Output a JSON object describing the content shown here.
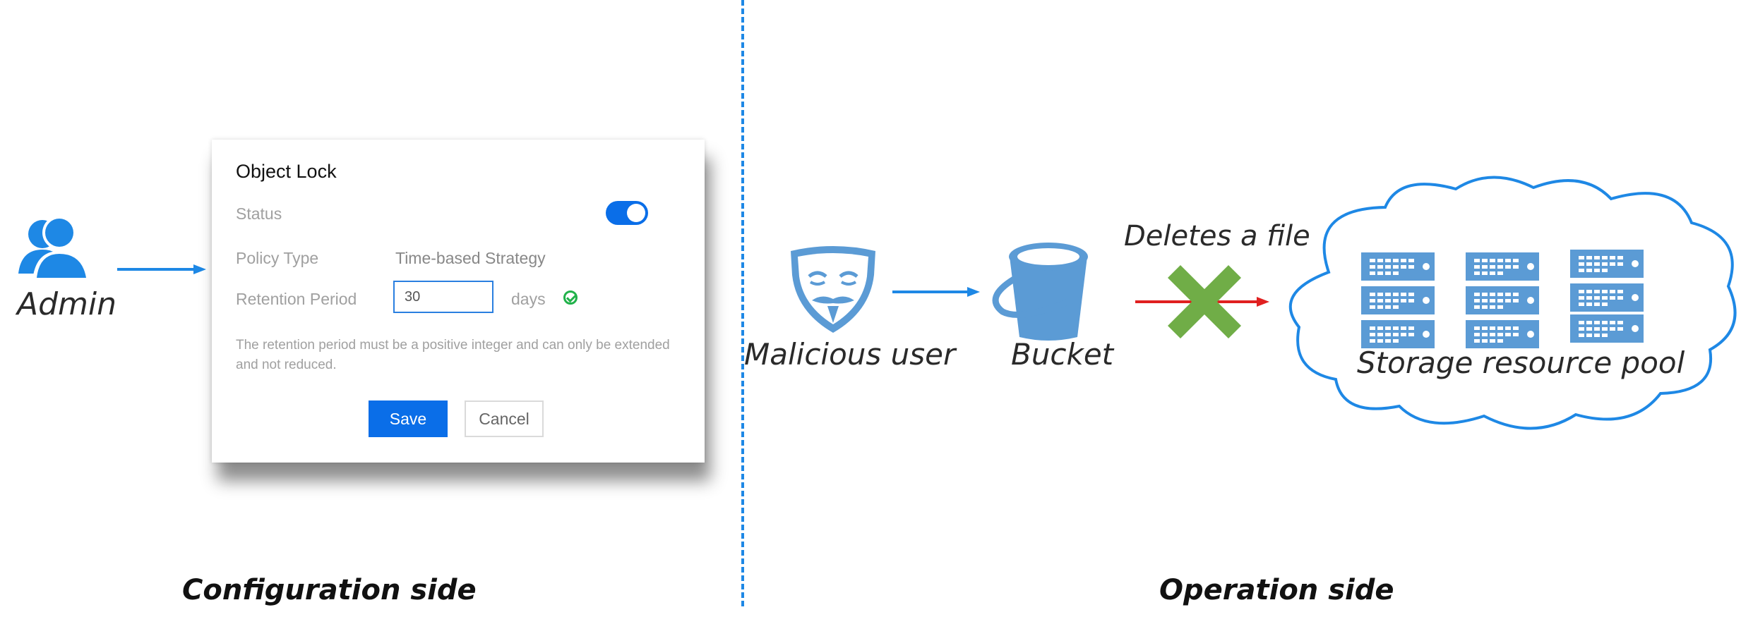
{
  "config_side": {
    "title": "Configuration side",
    "admin_label": "Admin"
  },
  "dialog": {
    "title": "Object Lock",
    "status_label": "Status",
    "status_enabled": true,
    "policy_type_label": "Policy Type",
    "policy_type_value": "Time-based Strategy",
    "retention_label": "Retention Period",
    "retention_value": "30",
    "retention_unit": "days",
    "note": "The retention period must be a positive integer and can only be extended and not reduced.",
    "save_label": "Save",
    "cancel_label": "Cancel"
  },
  "operation_side": {
    "title": "Operation side",
    "malicious_user_label": "Malicious user",
    "bucket_label": "Bucket",
    "action_label": "Deletes a file",
    "pool_label": "Storage resource pool"
  },
  "colors": {
    "accent_blue": "#1e88e5",
    "icon_blue": "#5b9bd5",
    "deny_green": "#70ad47",
    "arrow_red": "#e02020",
    "button_blue": "#0a6ee8"
  },
  "icons": [
    "admin-users-icon",
    "malicious-mask-icon",
    "bucket-icon",
    "deny-x-icon",
    "server-rack-icon",
    "cloud-icon"
  ]
}
